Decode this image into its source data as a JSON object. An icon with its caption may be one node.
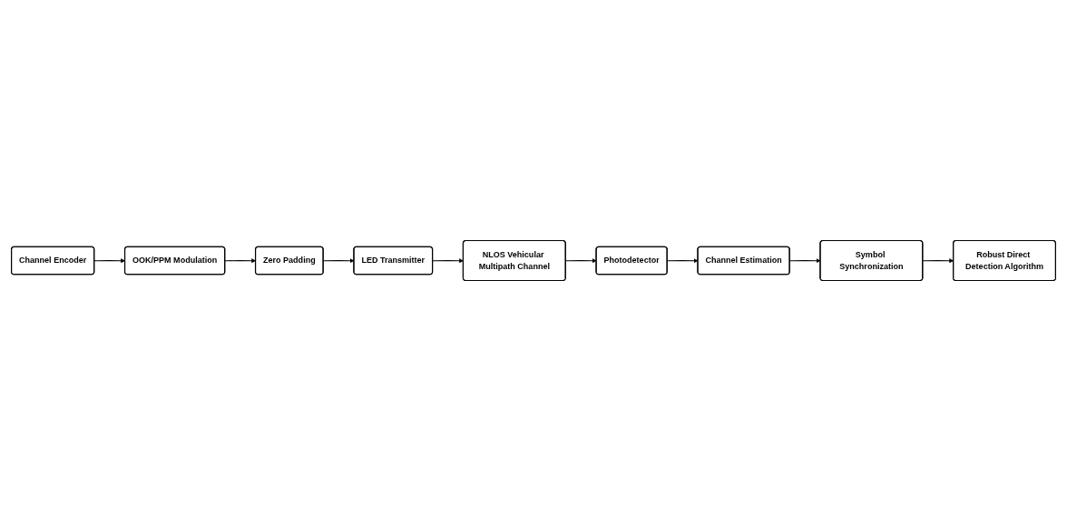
{
  "diagram": {
    "nodes": [
      {
        "text": [
          "Channel Encoder"
        ]
      },
      {
        "text": [
          "OOK/PPM Modulation"
        ]
      },
      {
        "text": [
          "Zero Padding"
        ]
      },
      {
        "text": [
          "LED Transmitter"
        ]
      },
      {
        "text": [
          "NLOS Vehicular Multipath Channel"
        ]
      },
      {
        "text": [
          "Photodetector"
        ]
      },
      {
        "text": [
          "Channel Estimation"
        ]
      },
      {
        "text": [
          "Symbol Synchronization"
        ]
      },
      {
        "text": [
          "Robust Direct Detection Algorithm"
        ]
      }
    ],
    "edges": [
      {
        "from": 0,
        "to": 1,
        "arrow": "to"
      },
      {
        "from": 1,
        "to": 2,
        "arrow": "to"
      },
      {
        "from": 2,
        "to": 3,
        "arrow": "to"
      },
      {
        "from": 3,
        "to": 4,
        "arrow": "to"
      },
      {
        "from": 4,
        "to": 5,
        "arrow": "to"
      },
      {
        "from": 5,
        "to": 6,
        "arrow": "to"
      },
      {
        "from": 6,
        "to": 7,
        "arrow": "to"
      },
      {
        "from": 7,
        "to": 8,
        "arrow": "to"
      }
    ]
  }
}
